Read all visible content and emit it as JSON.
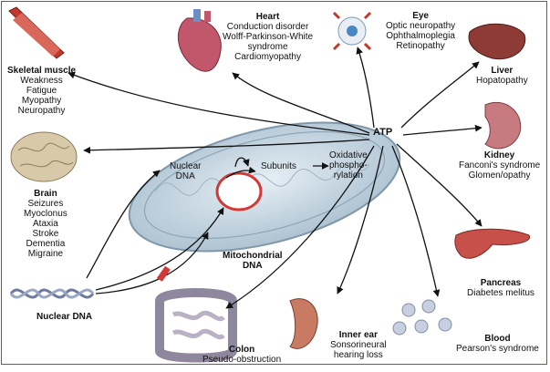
{
  "center": {
    "atp": "ATP",
    "nuclear_dna": [
      "Nuclear",
      "DNA"
    ],
    "subunits": "Subunits",
    "oxidative": [
      "Oxidative",
      "phospho-",
      "rylation"
    ],
    "mito_dna": [
      "Mitochondrial",
      "DNA"
    ]
  },
  "nuclear_dna_label": "Nuclear DNA",
  "organs": [
    {
      "key": "skeletal",
      "title": "Skeletal muscle",
      "lines": [
        "Weakness",
        "Fatigue",
        "Myopathy",
        "Neuropathy"
      ]
    },
    {
      "key": "heart",
      "title": "Heart",
      "lines": [
        "Conduction disorder",
        "Wolff-Parkinson-White",
        "syndrome",
        "Cardiomyopathy"
      ]
    },
    {
      "key": "eye",
      "title": "Eye",
      "lines": [
        "Optic neuropathy",
        "Ophthalmoplegia",
        "Retinopathy"
      ]
    },
    {
      "key": "liver",
      "title": "Liver",
      "lines": [
        "Hopatopathy"
      ]
    },
    {
      "key": "kidney",
      "title": "Kidney",
      "lines": [
        "Fanconi's syndrome",
        "Glomen/opathy"
      ]
    },
    {
      "key": "brain",
      "title": "Brain",
      "lines": [
        "Seizures",
        "Myoclonus",
        "Ataxia",
        "Stroke",
        "Dementia",
        "Migraine"
      ]
    },
    {
      "key": "pancreas",
      "title": "Pancreas",
      "lines": [
        "Diabetes melitus"
      ]
    },
    {
      "key": "colon",
      "title": "Colon",
      "lines": [
        "Pseudo-obstruction"
      ]
    },
    {
      "key": "ear",
      "title": "Inner ear",
      "lines": [
        "Sonsorineural",
        "hearing loss"
      ]
    },
    {
      "key": "blood",
      "title": "Blood",
      "lines": [
        "Pearson's syndrome"
      ]
    }
  ],
  "colors": {
    "arrow": "#111111",
    "mito_fill": "#c9d9e4",
    "mito_stroke": "#7f97a8",
    "muscle": "#c0392b",
    "heart": "#c2566a",
    "liver": "#8e3b36",
    "kidney": "#c77b80",
    "brain": "#d8c9a8",
    "pancreas": "#c8504a",
    "colon": "#b8b2c4",
    "ear": "#c87a62",
    "blood": "#c7cfe0",
    "mtdna": "#d23a3a",
    "frame": "#3a5fcd"
  }
}
